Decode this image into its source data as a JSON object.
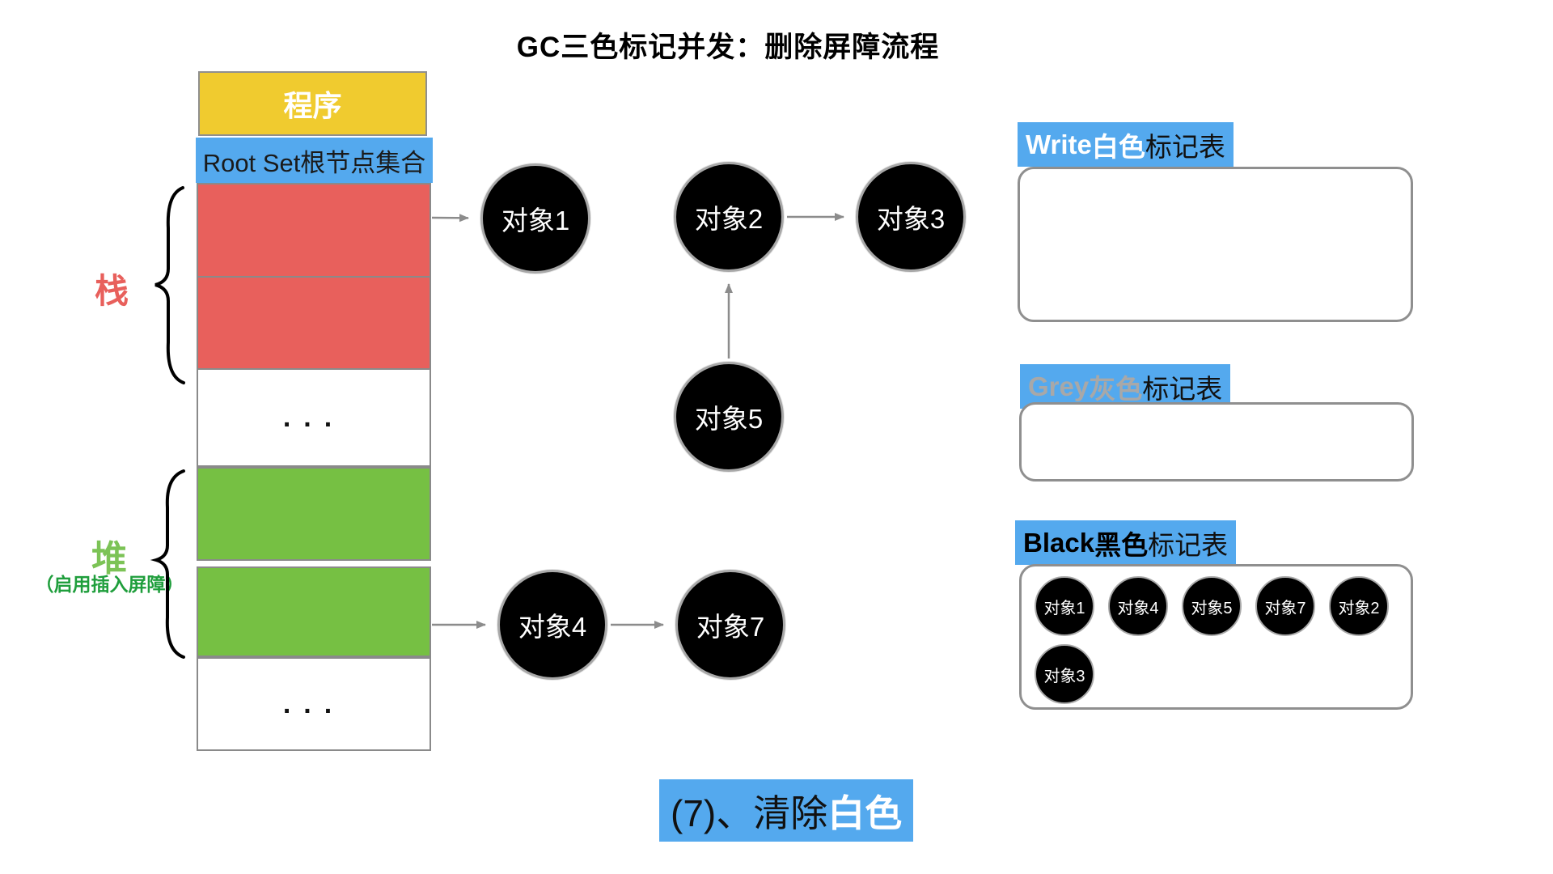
{
  "title": "GC三色标记并发：删除屏障流程",
  "memory": {
    "program": "程序",
    "root_set": "Root Set根节点集合",
    "stack_label": "栈",
    "heap_label": "堆",
    "heap_note": "（启用插入屏障）",
    "ellipsis_top": "...",
    "ellipsis_bottom": "..."
  },
  "graph": {
    "nodes": [
      {
        "id": "obj1",
        "label": "对象1"
      },
      {
        "id": "obj2",
        "label": "对象2"
      },
      {
        "id": "obj3",
        "label": "对象3"
      },
      {
        "id": "obj5",
        "label": "对象5"
      },
      {
        "id": "obj4",
        "label": "对象4"
      },
      {
        "id": "obj7",
        "label": "对象7"
      }
    ],
    "edges": [
      {
        "from": "stack",
        "to": "obj1"
      },
      {
        "from": "obj2",
        "to": "obj3"
      },
      {
        "from": "obj5",
        "to": "obj2"
      },
      {
        "from": "heap",
        "to": "obj4"
      },
      {
        "from": "obj4",
        "to": "obj7"
      }
    ]
  },
  "tables": {
    "white": {
      "en": "Write ",
      "cn": "白色",
      "suffix": "标记表",
      "items": []
    },
    "grey": {
      "en": "Grey ",
      "cn": "灰色",
      "suffix": "标记表",
      "items": []
    },
    "black": {
      "en": "Black ",
      "cn": "黑色",
      "suffix": "标记表",
      "items": [
        "对象1",
        "对象4",
        "对象5",
        "对象7",
        "对象2",
        "对象3"
      ]
    }
  },
  "caption": {
    "prefix": "(7)、清除",
    "highlight": "白色"
  },
  "colors": {
    "highlight_blue": "#54a9ee",
    "program_yellow": "#f0cb2f",
    "stack_red": "#e8605c",
    "heap_green": "#76c043",
    "grey_label_text": "#a8a8a8",
    "node_fill": "#000000",
    "arrow_grey": "#8c8c8c"
  }
}
